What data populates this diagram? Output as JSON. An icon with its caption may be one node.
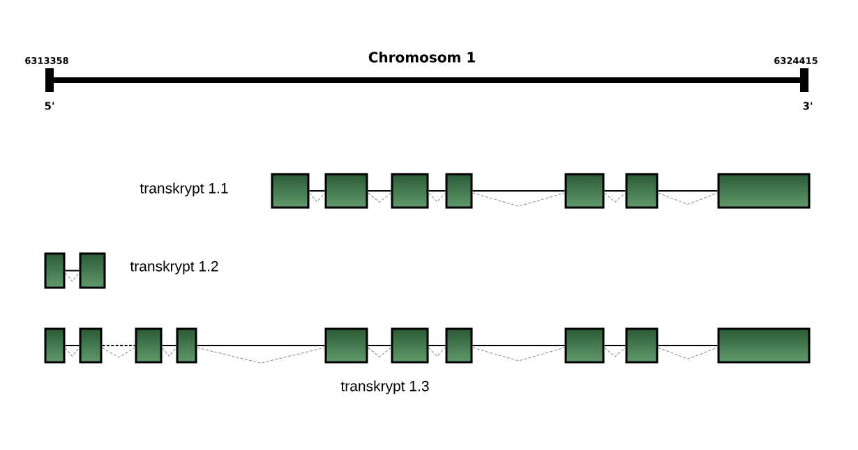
{
  "diagram": {
    "title": "Chromosom   1",
    "nodes": [
      {
        "text": [],
        "shape": "box"
      },
      {
        "text": [],
        "shape": "box"
      },
      {
        "text": [],
        "shape": "box"
      },
      {
        "text": [],
        "shape": "box"
      },
      {
        "text": [],
        "shape": "box"
      },
      {
        "text": [],
        "shape": "box"
      },
      {
        "text": [],
        "shape": "box"
      },
      {
        "text": [],
        "shape": "box"
      },
      {
        "text": [],
        "shape": "box"
      },
      {
        "text": [],
        "shape": "box"
      },
      {
        "text": [],
        "shape": "box"
      },
      {
        "text": [],
        "shape": "box"
      },
      {
        "text": [],
        "shape": "box"
      },
      {
        "text": [],
        "shape": "box"
      },
      {
        "text": [],
        "shape": "box"
      },
      {
        "text": [],
        "shape": "box"
      },
      {
        "text": [],
        "shape": "box"
      },
      {
        "text": [],
        "shape": "box"
      },
      {
        "text": [],
        "shape": "box"
      }
    ],
    "edges": [
      {
        "from": 0,
        "to": 1,
        "arrow": "none"
      },
      {
        "from": 0,
        "to": 1,
        "arrow": "none",
        "style": "dashed",
        "color": "#888888"
      },
      {
        "from": 1,
        "to": 2,
        "arrow": "none"
      },
      {
        "from": 1,
        "to": 2,
        "arrow": "none",
        "style": "dashed",
        "color": "#888888"
      },
      {
        "from": 2,
        "to": 3,
        "arrow": "none"
      },
      {
        "from": 2,
        "to": 3,
        "arrow": "none",
        "style": "dashed",
        "color": "#888888"
      },
      {
        "from": 3,
        "to": 4,
        "arrow": "none"
      },
      {
        "from": 3,
        "to": 4,
        "arrow": "none",
        "style": "dashed",
        "color": "#888888"
      },
      {
        "from": 4,
        "to": 5,
        "arrow": "none"
      },
      {
        "from": 4,
        "to": 5,
        "arrow": "none",
        "style": "dashed",
        "color": "#888888"
      },
      {
        "from": 5,
        "to": 6,
        "arrow": "none"
      },
      {
        "from": 5,
        "to": 6,
        "arrow": "none",
        "style": "dashed",
        "color": "#888888"
      },
      {
        "from": 7,
        "to": 8,
        "arrow": "none"
      },
      {
        "from": 7,
        "to": 8,
        "arrow": "none",
        "style": "dashed",
        "color": "#888888"
      },
      {
        "from": 9,
        "to": 10,
        "arrow": "none"
      },
      {
        "from": 9,
        "to": 10,
        "arrow": "none",
        "style": "dashed",
        "color": "#888888"
      },
      {
        "from": 10,
        "to": 11,
        "arrow": "none",
        "style": "dashed"
      },
      {
        "from": 10,
        "to": 11,
        "arrow": "none",
        "style": "dashed",
        "color": "#888888"
      },
      {
        "from": 11,
        "to": 12,
        "arrow": "none"
      },
      {
        "from": 11,
        "to": 12,
        "arrow": "none",
        "style": "dashed",
        "color": "#888888"
      },
      {
        "from": 12,
        "to": 13,
        "arrow": "none"
      },
      {
        "from": 12,
        "to": 13,
        "arrow": "none",
        "style": "dashed",
        "color": "#888888"
      },
      {
        "from": 13,
        "to": 14,
        "arrow": "none"
      },
      {
        "from": 13,
        "to": 14,
        "arrow": "none",
        "style": "dashed",
        "color": "#888888"
      },
      {
        "from": 14,
        "to": 15,
        "arrow": "none"
      },
      {
        "from": 14,
        "to": 15,
        "arrow": "none",
        "style": "dashed",
        "color": "#888888"
      },
      {
        "from": 15,
        "to": 16,
        "arrow": "none"
      },
      {
        "from": 15,
        "to": 16,
        "arrow": "none",
        "style": "dashed",
        "color": "#888888"
      },
      {
        "from": 16,
        "to": 17,
        "arrow": "none"
      },
      {
        "from": 16,
        "to": 17,
        "arrow": "none",
        "style": "dashed",
        "color": "#888888"
      },
      {
        "from": 17,
        "to": 18,
        "arrow": "none"
      },
      {
        "from": 17,
        "to": 18,
        "arrow": "none",
        "style": "dashed",
        "color": "#888888"
      }
    ],
    "labels": [
      "6313358",
      "6324415",
      "5'",
      "3'",
      "transkrypt 1.1",
      "transkrypt 1.2",
      "transkrypt 1.3"
    ]
  }
}
